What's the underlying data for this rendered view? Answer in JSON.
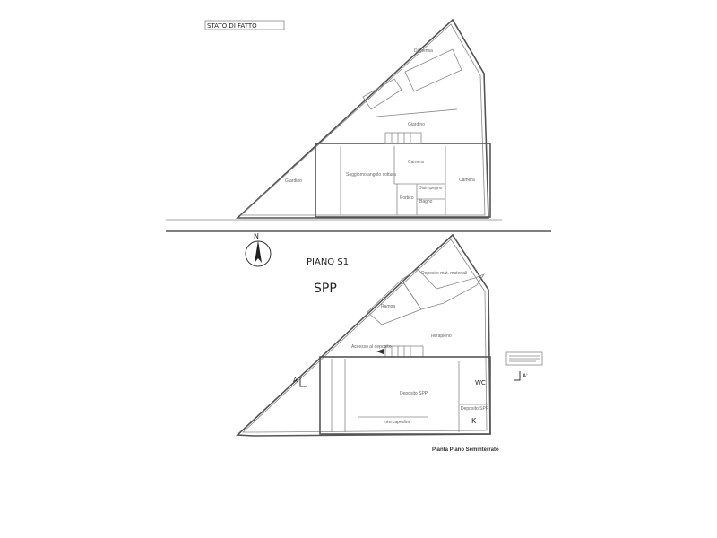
{
  "upper_plan": {
    "header": "STATO DI FATTO",
    "rooms": {
      "dispensa": "Dispensa",
      "giardino": "Giardino",
      "giardino_left": "Giardino",
      "soggiorno": "Soggiorno angolo cottura",
      "camera1": "Camera",
      "camera2": "Camera",
      "disimpegno": "Disimpegno",
      "portico": "Portico",
      "bagno": "Bagno"
    }
  },
  "lower_plan": {
    "north": "N",
    "floor_note": "PIANO S1",
    "use_note": "SPP",
    "rooms": {
      "deposito_materiali": "Deposito mat. materiali",
      "rampa": "Rampa",
      "terrapieno": "Terrapieno",
      "accesso": "Accesso al deposito",
      "deposito_spp": "Deposito SPP",
      "wc": "WC",
      "deposito_small": "Deposito SPP",
      "k": "K",
      "intercapedine": "Intercapedine"
    },
    "section_left": "A",
    "section_right": "A'",
    "caption": "Pianta Piano Seminterrato"
  }
}
